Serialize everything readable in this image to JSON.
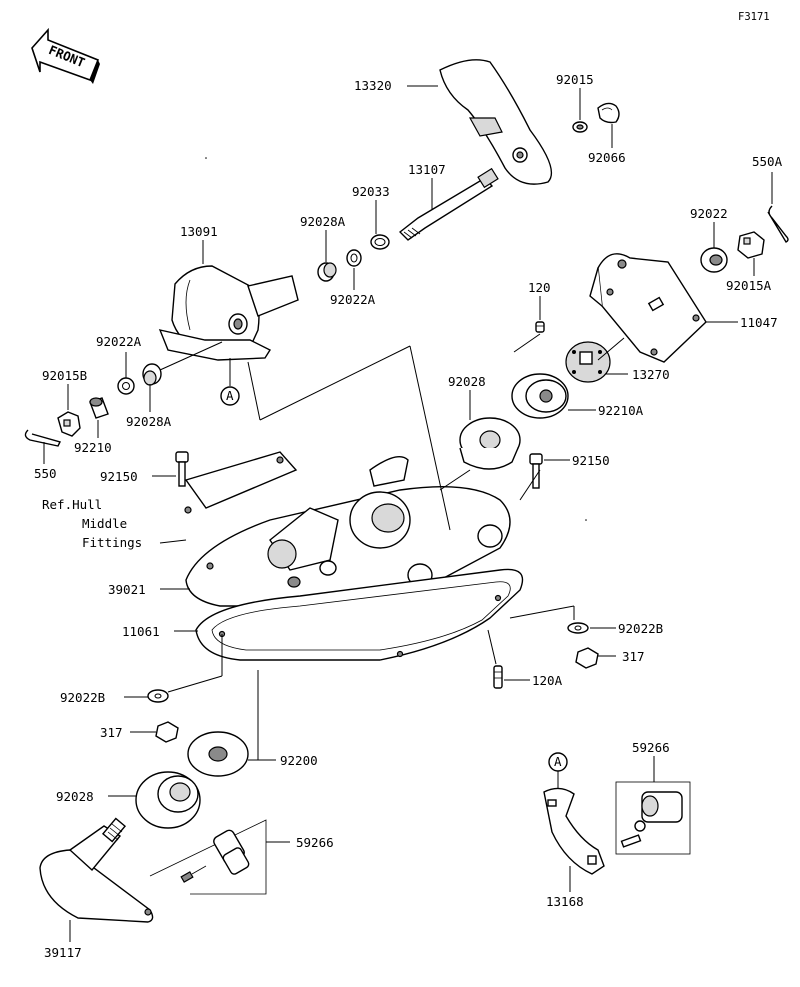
{
  "figure_code": "F3171",
  "front_label": "FRONT",
  "callout_a": "A",
  "ref_note": [
    "Ref.Hull",
    "Middle",
    "Fittings"
  ],
  "labels": {
    "p13320": "13320",
    "p92015": "92015",
    "p92066": "92066",
    "p13107": "13107",
    "p92033": "92033",
    "p92028A_top": "92028A",
    "p92022A_top": "92022A",
    "p13091": "13091",
    "p550A": "550A",
    "p92022": "92022",
    "p92015A": "92015A",
    "p11047": "11047",
    "p120": "120",
    "p13270": "13270",
    "p92028_mid": "92028",
    "p92210A": "92210A",
    "p92022A_left": "92022A",
    "p92015B": "92015B",
    "p92028A_left": "92028A",
    "p92210": "92210",
    "p550": "550",
    "p92150_left": "92150",
    "p92150_right": "92150",
    "p39021": "39021",
    "p11061": "11061",
    "p92022B_right": "92022B",
    "p317_right": "317",
    "p120A": "120A",
    "p92022B_left": "92022B",
    "p317_left": "317",
    "p92200": "92200",
    "p92028_bot": "92028",
    "p59266_left": "59266",
    "p39117": "39117",
    "p59266_right": "59266",
    "p13168": "13168"
  }
}
